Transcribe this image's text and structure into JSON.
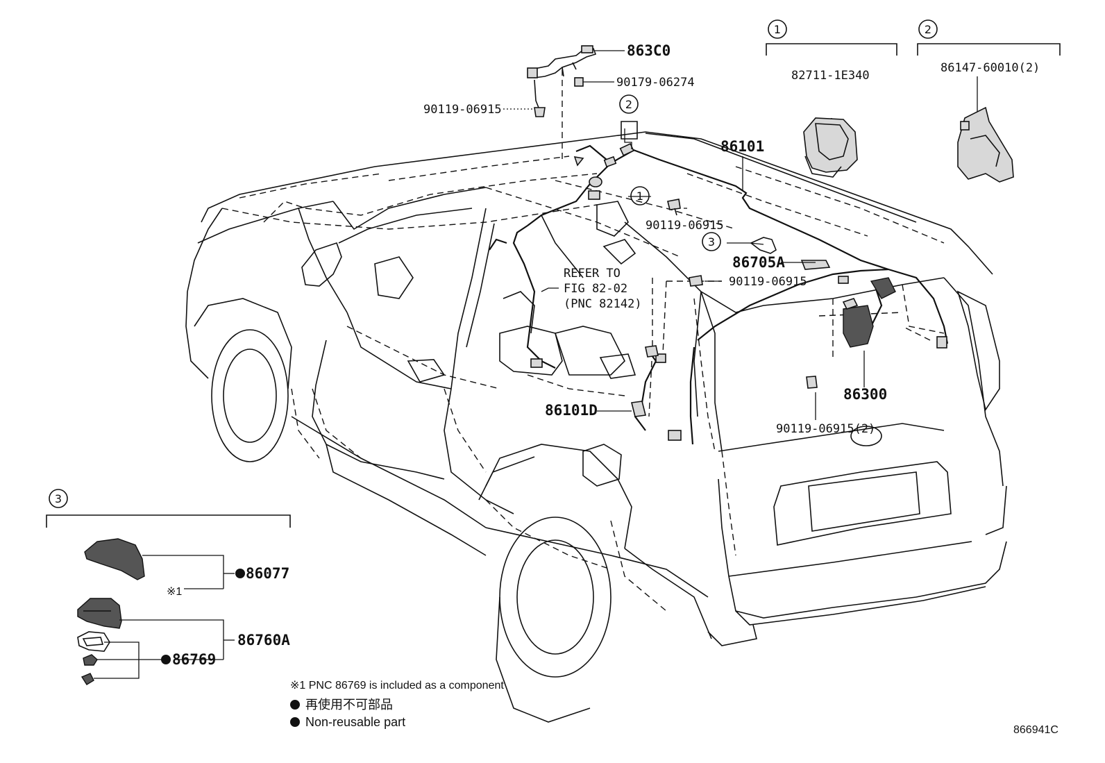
{
  "labels": {
    "p863c0": "863C0",
    "p90179": "90179-06274",
    "p90119_top": "90119-06915",
    "p86101": "86101",
    "p90119_roof": "90119-06915",
    "p86705a": "86705A",
    "p90119_mid": "90119-06915",
    "refer1": "REFER TO",
    "refer2": "FIG 82-02",
    "refer3": "(PNC 82142)",
    "p86101d": "86101D",
    "p86300": "86300",
    "p90119_x2": "90119-06915(2)",
    "p82711": "82711-1E340",
    "p86147": "86147-60010(2)",
    "p86077": "86077",
    "p86760a": "86760A",
    "p86769": "86769",
    "note_mark": "※1"
  },
  "callouts": {
    "one": "1",
    "two": "2",
    "three": "3"
  },
  "notes": {
    "note1": "※1 PNC 86769 is included as a component",
    "legend_jp": "再使用不可部品",
    "legend_en": "Non-reusable part"
  },
  "figure_id": "866941C"
}
